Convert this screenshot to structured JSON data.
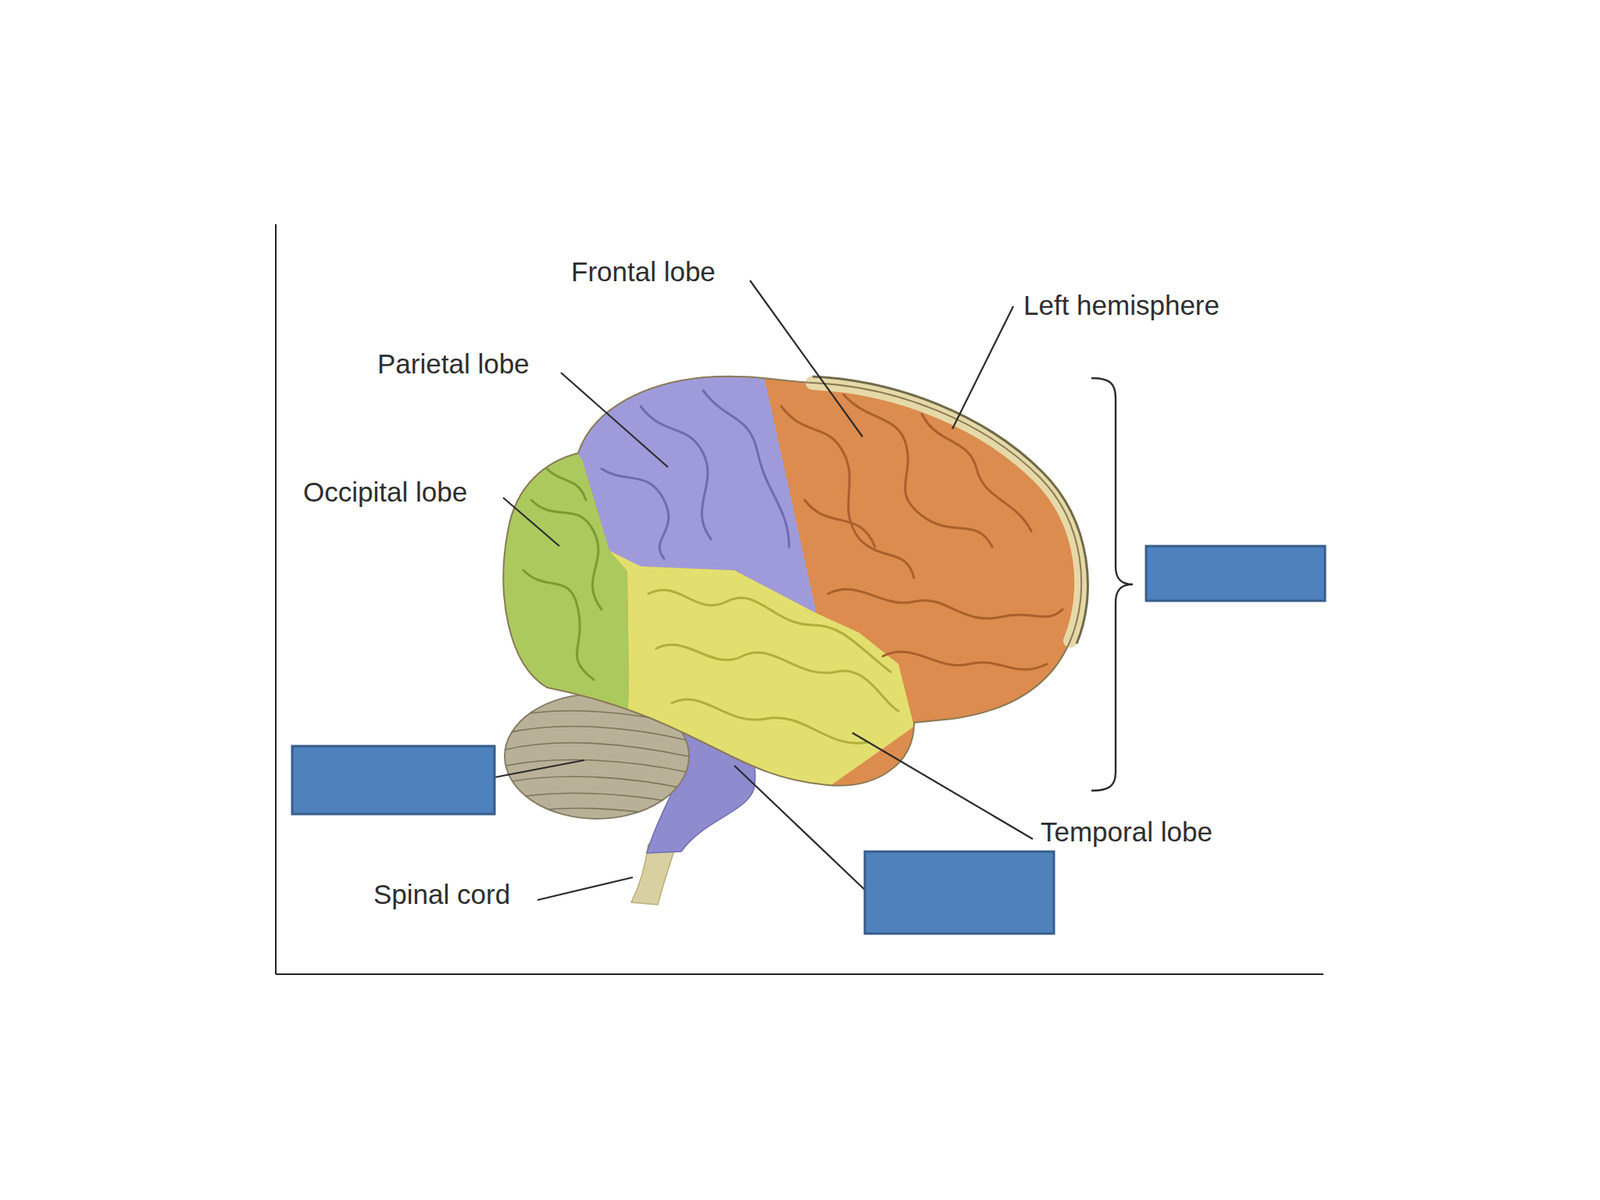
{
  "diagram": {
    "labels": [
      "Frontal lobe",
      "Left hemisphere",
      "Parietal lobe",
      "Occipital lobe",
      "Temporal lobe",
      "Spinal cord"
    ]
  }
}
